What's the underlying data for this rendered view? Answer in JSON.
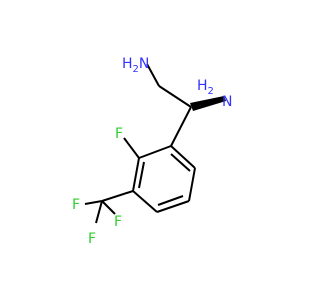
{
  "molecule": {
    "atoms": {
      "nh2_top": {
        "symbol": "N",
        "hydrogens": "H",
        "subscript": "2",
        "color": "#3333ff"
      },
      "nh2_stereo": {
        "symbol": "N",
        "hydrogens": "H",
        "subscript": "2",
        "color": "#3333ff"
      },
      "f_ring": {
        "symbol": "F",
        "color": "#33cc33"
      },
      "f_cf3_a": {
        "symbol": "F",
        "color": "#33cc33"
      },
      "f_cf3_b": {
        "symbol": "F",
        "color": "#33cc33"
      },
      "f_cf3_c": {
        "symbol": "F",
        "color": "#33cc33"
      }
    },
    "bond_color": "#000000"
  }
}
